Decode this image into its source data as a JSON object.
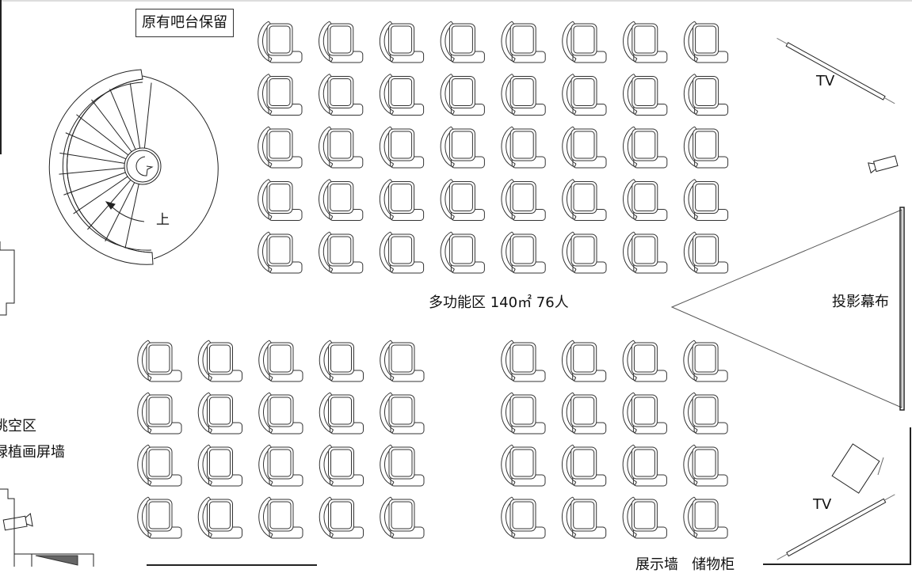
{
  "labels": {
    "bar_reserved": "原有吧台保留",
    "stairs_up": "上",
    "main_area": "多功能区 140㎡ 76人",
    "projection_screen": "投影幕布",
    "tv_top": "TV",
    "tv_bottom": "TV",
    "void_area": "挑空区",
    "green_wall": "绿植画屏墙",
    "bottom_wall": "展示墙   储物柜"
  },
  "seating": {
    "total": 76,
    "blocks": [
      {
        "name": "top-block",
        "rows": 5,
        "cols": 8
      },
      {
        "name": "bottom-left-block",
        "rows": 4,
        "cols": 5
      },
      {
        "name": "bottom-right-block",
        "rows": 4,
        "cols": 4
      }
    ]
  },
  "colors": {
    "line": "#222222",
    "background": "#ffffff"
  }
}
